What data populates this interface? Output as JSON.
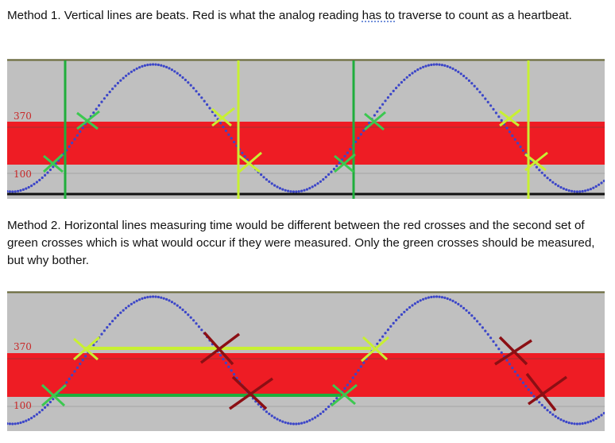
{
  "method1": {
    "pre": "Method 1. Vertical lines are beats. Red is what the analog reading ",
    "flagged": "has to",
    "post": " traverse to count as a heartbeat."
  },
  "method2": {
    "text": "Method 2. Horizontal lines measuring time would be different between the red crosses and the second set of green crosses which is what would occur if they were measured. Only the green crosses should be measured, but why bother."
  },
  "chart1": {
    "upper_label": "370",
    "lower_label": "100"
  },
  "chart2": {
    "upper_label": "370",
    "lower_label": "100"
  },
  "colors": {
    "panel_bg": "#c0c0c0",
    "red_band": "#ee1c24",
    "wave": "#3c46c8",
    "dark_green": "#1fae3c",
    "light_green": "#c8f032",
    "mid_green": "#3cc850",
    "dark_red": "#8b0f14"
  }
}
